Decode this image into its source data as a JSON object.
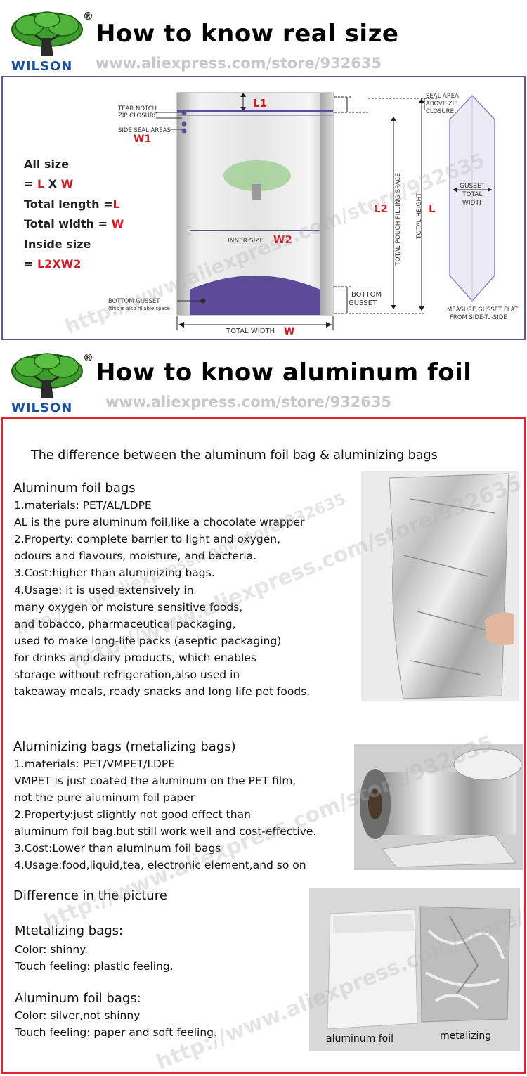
{
  "brand": {
    "name": "WILSON",
    "reg": "®"
  },
  "section1": {
    "title": "How to know real size",
    "url": "www.aliexpress.com/store/932635"
  },
  "size_diagram": {
    "all_size": "All size",
    "all_size_eq_prefix": "= ",
    "all_size_L": "L",
    "all_size_x": " X ",
    "all_size_W": "W",
    "total_length": "Total length =",
    "total_length_val": "L",
    "total_width": "Total width = ",
    "total_width_val": "W",
    "inside_size": "Inside size",
    "inside_eq": "= ",
    "inside_val": "L2XW2",
    "tear_notch": "TEAR NOTCH",
    "zip_closure": "ZIP CLOSURE",
    "side_seal": "SIDE SEAL AREAS",
    "w1": "W1",
    "l1": "L1",
    "inner_size": "INNER SIZE",
    "w2": "W2",
    "bottom_gusset": "BOTTOM GUSSET",
    "bottom_gusset_note": "(this is also fillable space)",
    "total_width_label": "TOTAL WIDTH",
    "total_width_w": "W",
    "l2": "L2",
    "total_pouch": "TOTAL POUCH FILLING SPACE",
    "total_height": "TOTAL HEIGHT",
    "l_right": "L",
    "bottom_gusset_right1": "BOTTOM",
    "bottom_gusset_right2": "GUSSET",
    "seal_area1": "SEAL AREA",
    "seal_area2": "ABOVE ZIP",
    "seal_area3": "CLOSURE",
    "gusset1": "GUSSET",
    "gusset2": "TOTAL",
    "gusset3": "WIDTH",
    "measure1": "MEASURE GUSSET FLAT",
    "measure2": "FROM SIDE-To-SIDE"
  },
  "section2": {
    "title": "How to know aluminum foil",
    "url": "www.aliexpress.com/store/932635"
  },
  "foil": {
    "heading": "The difference between the aluminum foil bag & aluminizing bags",
    "foil_title": "Aluminum foil bags",
    "foil_lines": [
      "1.materials: PET/AL/LDPE",
      "AL is the pure aluminum foil,like a chocolate wrapper",
      "2.Property: complete barrier to light and oxygen,",
      "odours and flavours, moisture, and bacteria.",
      "3.Cost:higher than aluminizing bags.",
      "4.Usage: it is used extensively in",
      "many oxygen or moisture sensitive foods,",
      "and tobacco, pharmaceutical packaging,",
      "used to make long-life packs (aseptic packaging)",
      "for drinks and dairy products, which enables",
      "storage without refrigeration,also used in",
      "takeaway meals, ready snacks and long life pet foods."
    ],
    "met_title": "Aluminizing bags (metalizing bags)",
    "met_lines": [
      "1.materials: PET/VMPET/LDPE",
      "VMPET is just coated the aluminum on the PET film,",
      "not the pure aluminum foil paper",
      "2.Property:just slightly not good effect than",
      "aluminum foil bag.but still work well and cost-effective.",
      "3.Cost:Lower than aluminum foil bags",
      "4.Usage:food,liquid,tea, electronic element,and so on"
    ],
    "diff_title": "Difference in the picture",
    "mt_title": "Mtetalizing bags:",
    "mt_lines": [
      "Color: shinny.",
      "Touch feeling: plastic feeling."
    ],
    "al_title": "Aluminum foil bags:",
    "al_lines": [
      "Color: silver,not shinny",
      "Touch feeling: paper and soft  feeling."
    ],
    "cap_left": "aluminum foil",
    "cap_right": "metalizing"
  },
  "watermark": "http://www.aliexpress.com/store/932635",
  "colors": {
    "accent_red": "#e0242b",
    "frame": "#5d5b8f",
    "purple": "#5d4b9a",
    "brand_blue": "#1a4f9c",
    "tree_green": "#3f9b2e"
  }
}
